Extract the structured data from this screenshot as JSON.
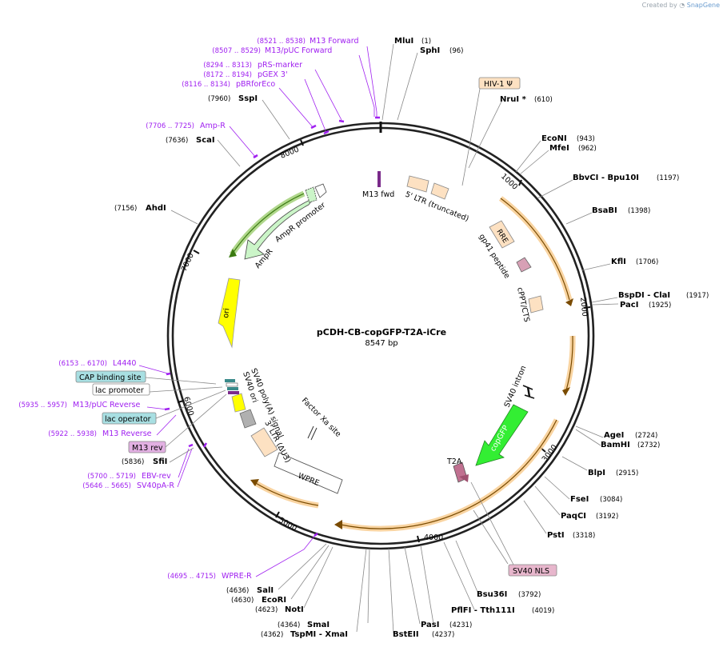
{
  "branding": {
    "created_by": "Created by",
    "product": "SnapGene"
  },
  "plasmid": {
    "name": "pCDH-CB-copGFP-T2A-iCre",
    "size": "8547 bp"
  },
  "ticks": [
    "1000",
    "2000",
    "3000",
    "4000",
    "5000",
    "6000",
    "7000",
    "8000"
  ],
  "features": {
    "m13_fwd": "M13 fwd",
    "ltr5": "5' LTR (truncated)",
    "rre": "RRE",
    "gp41": "gp41 peptide",
    "cppt": "cPPT/CTS",
    "sv40_intron": "SV40 intron",
    "copgfp": "copGFP",
    "t2a": "T2A",
    "factor_xa": "Factor Xa site",
    "wpre": "WPRE",
    "ltr3": "3' LTR (ΔU3)",
    "sv40_polya": "SV40 poly(A) signal",
    "sv40_ori": "SV40 ori",
    "ori": "ori",
    "ampr": "AmpR",
    "ampr_promoter": "AmpR promoter"
  },
  "boxed_labels": {
    "hiv": "HIV-1 Ψ",
    "sv40_nls": "SV40 NLS",
    "cap": "CAP binding site",
    "lac_promoter": "lac promoter",
    "lac_operator": "lac operator",
    "m13_rev": "M13 rev"
  },
  "primers": [
    {
      "range": "(8521 .. 8538)",
      "name": "M13 Forward"
    },
    {
      "range": "(8507 .. 8529)",
      "name": "M13/pUC Forward"
    },
    {
      "range": "(8294 .. 8313)",
      "name": "pRS-marker"
    },
    {
      "range": "(8172 .. 8194)",
      "name": "pGEX 3'"
    },
    {
      "range": "(8116 .. 8134)",
      "name": "pBRforEco"
    },
    {
      "range": "(7706 .. 7725)",
      "name": "Amp-R"
    },
    {
      "range": "(6153 .. 6170)",
      "name": "L4440"
    },
    {
      "range": "(5935 .. 5957)",
      "name": "M13/pUC Reverse"
    },
    {
      "range": "(5922 .. 5938)",
      "name": "M13 Reverse"
    },
    {
      "range": "(5700 .. 5719)",
      "name": "EBV-rev"
    },
    {
      "range": "(5646 .. 5665)",
      "name": "SV40pA-R"
    },
    {
      "range": "(4695 .. 4715)",
      "name": "WPRE-R"
    }
  ],
  "enzymes": [
    {
      "name": "MluI",
      "pos": "(1)"
    },
    {
      "name": "SphI",
      "pos": "(96)"
    },
    {
      "name": "NruI *",
      "pos": "(610)"
    },
    {
      "name": "EcoNI",
      "pos": "(943)"
    },
    {
      "name": "MfeI",
      "pos": "(962)"
    },
    {
      "name": "BbvCI - Bpu10I",
      "pos": "(1197)"
    },
    {
      "name": "BsaBI",
      "pos": "(1398)"
    },
    {
      "name": "KflI",
      "pos": "(1706)"
    },
    {
      "name": "BspDI - ClaI",
      "pos": "(1917)"
    },
    {
      "name": "PacI",
      "pos": "(1925)"
    },
    {
      "name": "AgeI",
      "pos": "(2724)"
    },
    {
      "name": "BamHI",
      "pos": "(2732)"
    },
    {
      "name": "BlpI",
      "pos": "(2915)"
    },
    {
      "name": "FseI",
      "pos": "(3084)"
    },
    {
      "name": "PaqCI",
      "pos": "(3192)"
    },
    {
      "name": "PstI",
      "pos": "(3318)"
    },
    {
      "name": "Bsu36I",
      "pos": "(3792)"
    },
    {
      "name": "PflFI - Tth111I",
      "pos": "(4019)"
    },
    {
      "name": "PasI",
      "pos": "(4231)"
    },
    {
      "name": "BstEII",
      "pos": "(4237)"
    },
    {
      "name": "SmaI",
      "pos": "(4364)"
    },
    {
      "name": "TspMI - XmaI",
      "pos": "(4362)"
    },
    {
      "name": "NotI",
      "pos": "(4623)"
    },
    {
      "name": "EcoRI",
      "pos": "(4630)"
    },
    {
      "name": "SalI",
      "pos": "(4636)"
    },
    {
      "name": "SfiI",
      "pos": "(5836)"
    },
    {
      "name": "AhdI",
      "pos": "(7156)"
    },
    {
      "name": "ScaI",
      "pos": "(7636)"
    },
    {
      "name": "SspI",
      "pos": "(7960)"
    }
  ]
}
